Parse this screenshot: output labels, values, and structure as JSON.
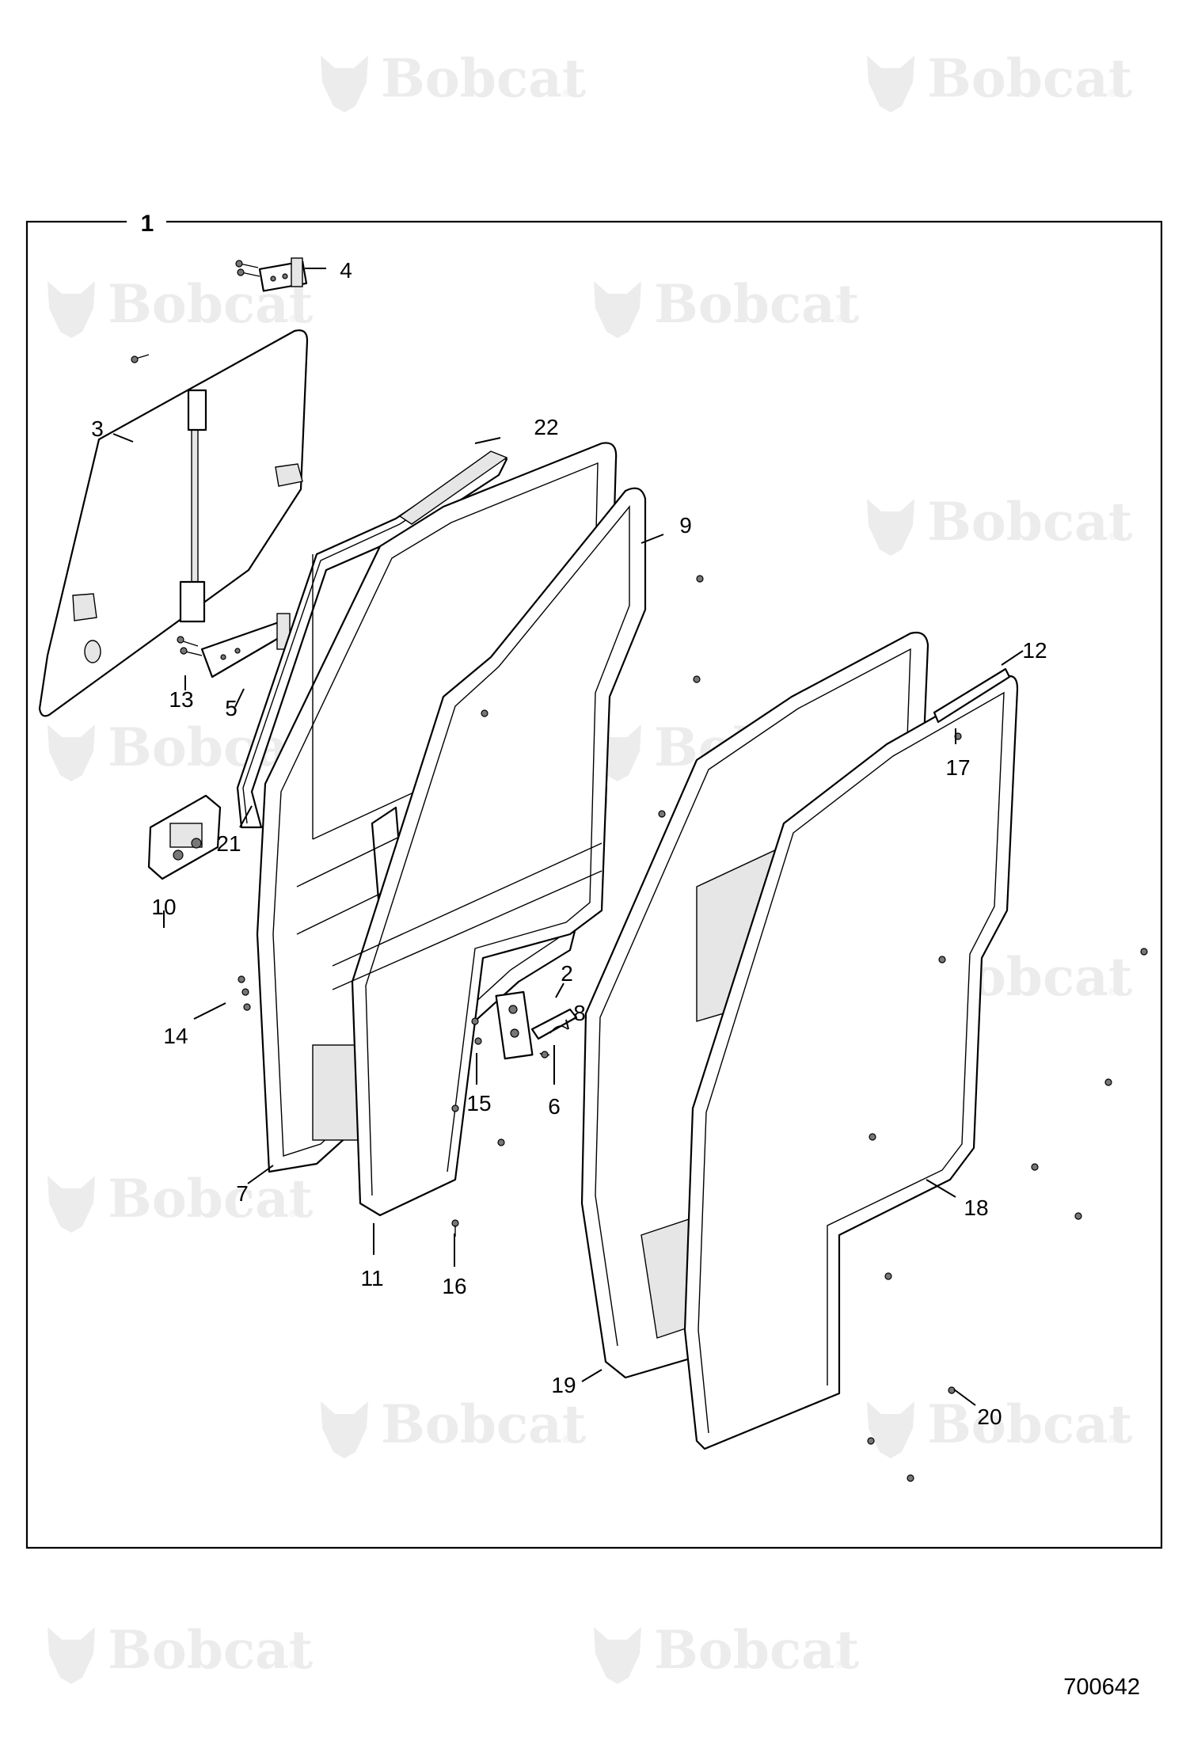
{
  "watermark": {
    "brand": "Bobcat",
    "registered": "®"
  },
  "frame_label": "1",
  "document_number": "700642",
  "callouts": [
    {
      "id": "2",
      "label": "2"
    },
    {
      "id": "3",
      "label": "3"
    },
    {
      "id": "4",
      "label": "4"
    },
    {
      "id": "5",
      "label": "5"
    },
    {
      "id": "6",
      "label": "6"
    },
    {
      "id": "7",
      "label": "7"
    },
    {
      "id": "8",
      "label": "8"
    },
    {
      "id": "9",
      "label": "9"
    },
    {
      "id": "10",
      "label": "10"
    },
    {
      "id": "11",
      "label": "11"
    },
    {
      "id": "12",
      "label": "12"
    },
    {
      "id": "13",
      "label": "13"
    },
    {
      "id": "14",
      "label": "14"
    },
    {
      "id": "15",
      "label": "15"
    },
    {
      "id": "16",
      "label": "16"
    },
    {
      "id": "17",
      "label": "17"
    },
    {
      "id": "18",
      "label": "18"
    },
    {
      "id": "19",
      "label": "19"
    },
    {
      "id": "20",
      "label": "20"
    },
    {
      "id": "21",
      "label": "21"
    },
    {
      "id": "22",
      "label": "22"
    }
  ]
}
